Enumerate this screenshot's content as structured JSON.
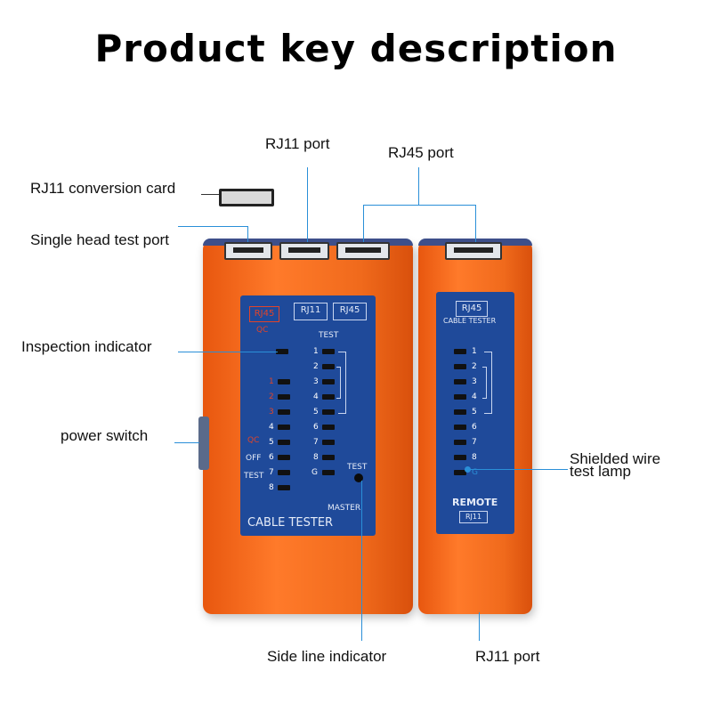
{
  "title": "Product key description",
  "labels": {
    "rj11_card": "RJ11 conversion card",
    "single_head": "Single head test port",
    "rj11_port_top": "RJ11 port",
    "rj45_port": "RJ45 port",
    "inspection": "Inspection indicator",
    "power_switch": "power switch",
    "shielded_1": "Shielded wire",
    "shielded_2": "test lamp",
    "side_line": "Side line indicator",
    "rj11_port_bottom": "RJ11 port"
  },
  "master": {
    "rj45_box": "RJ45",
    "qc": "QC",
    "rj11_btn": "RJ11",
    "rj45_btn": "RJ45",
    "test_hdr": "TEST",
    "leds": [
      "1",
      "2",
      "3",
      "4",
      "5",
      "6",
      "7",
      "8",
      "G"
    ],
    "left_leds": [
      "1",
      "2",
      "3",
      "4",
      "5",
      "6",
      "7",
      "8"
    ],
    "sw_qc": "QC",
    "sw_off": "OFF",
    "sw_test": "TEST",
    "test_btn": "TEST",
    "master": "MASTER",
    "cable_tester": "CABLE TESTER"
  },
  "remote": {
    "rj45": "RJ45",
    "cable_tester": "CABLE TESTER",
    "leds": [
      "1",
      "2",
      "3",
      "4",
      "5",
      "6",
      "7",
      "8",
      "G"
    ],
    "remote": "REMOTE",
    "rj11": "RJ11"
  },
  "colors": {
    "body": "#f06a1c",
    "panel": "#1f4a9a",
    "leader": "#2a8fd8"
  }
}
